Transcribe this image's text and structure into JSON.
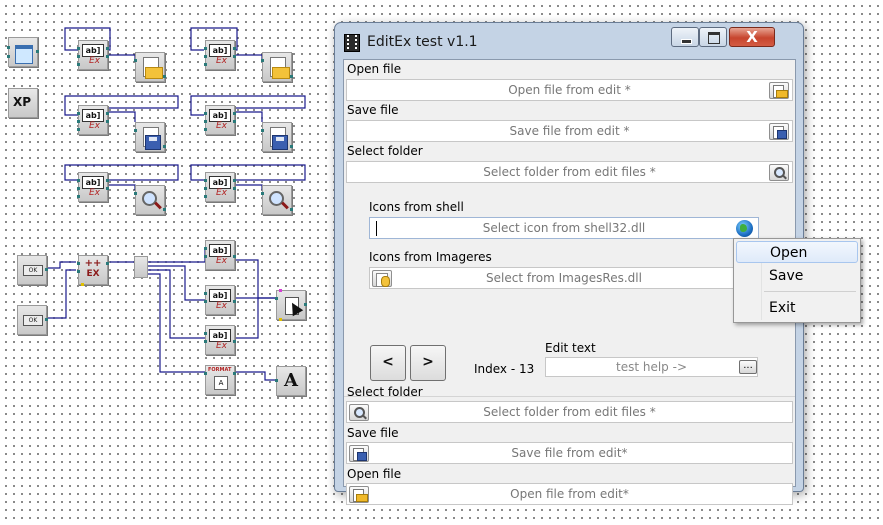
{
  "window": {
    "title": "EditEx test v1.1",
    "close_glyph": "X",
    "sections": {
      "open_file_top": {
        "label": "Open file",
        "placeholder": "Open file from edit *"
      },
      "save_file_top": {
        "label": "Save file",
        "placeholder": "Save file from edit *"
      },
      "select_folder_top": {
        "label": "Select folder",
        "placeholder": "Select folder from edit files *"
      },
      "icons_shell": {
        "label": "Icons from shell",
        "placeholder": "Select icon from shell32.dll"
      },
      "icons_imageres": {
        "label": "Icons from Imageres",
        "placeholder": "Select from ImagesRes.dll"
      },
      "edit_text": {
        "label": "Edit text",
        "value": "test help ->",
        "button": "..."
      },
      "select_folder_bottom": {
        "label": "Select folder",
        "placeholder": "Select folder from edit files *"
      },
      "save_file_bottom": {
        "label": "Save file",
        "placeholder": "Save file from edit*"
      },
      "open_file_bottom": {
        "label": "Open file",
        "placeholder": "Open file from edit*"
      }
    },
    "nav": {
      "prev": "<",
      "next": ">",
      "index_label": "Index - 13"
    }
  },
  "context_menu": {
    "items": [
      "Open",
      "Save",
      "Exit"
    ],
    "highlighted": "Open"
  },
  "schematic": {
    "xp_label": "XP",
    "edit_component_label": "ab]",
    "edit_component_suffix": "Ex",
    "button_component_label": "OK",
    "ex_label_top": "++",
    "ex_label_bottom": "EX",
    "format_label": "FORMAT",
    "format_glyph": "A",
    "text_label": "A"
  },
  "colors": {
    "wire": "#1a1a8c",
    "accent_close": "#c7452e",
    "dot_grid": "#6a6a6a"
  }
}
